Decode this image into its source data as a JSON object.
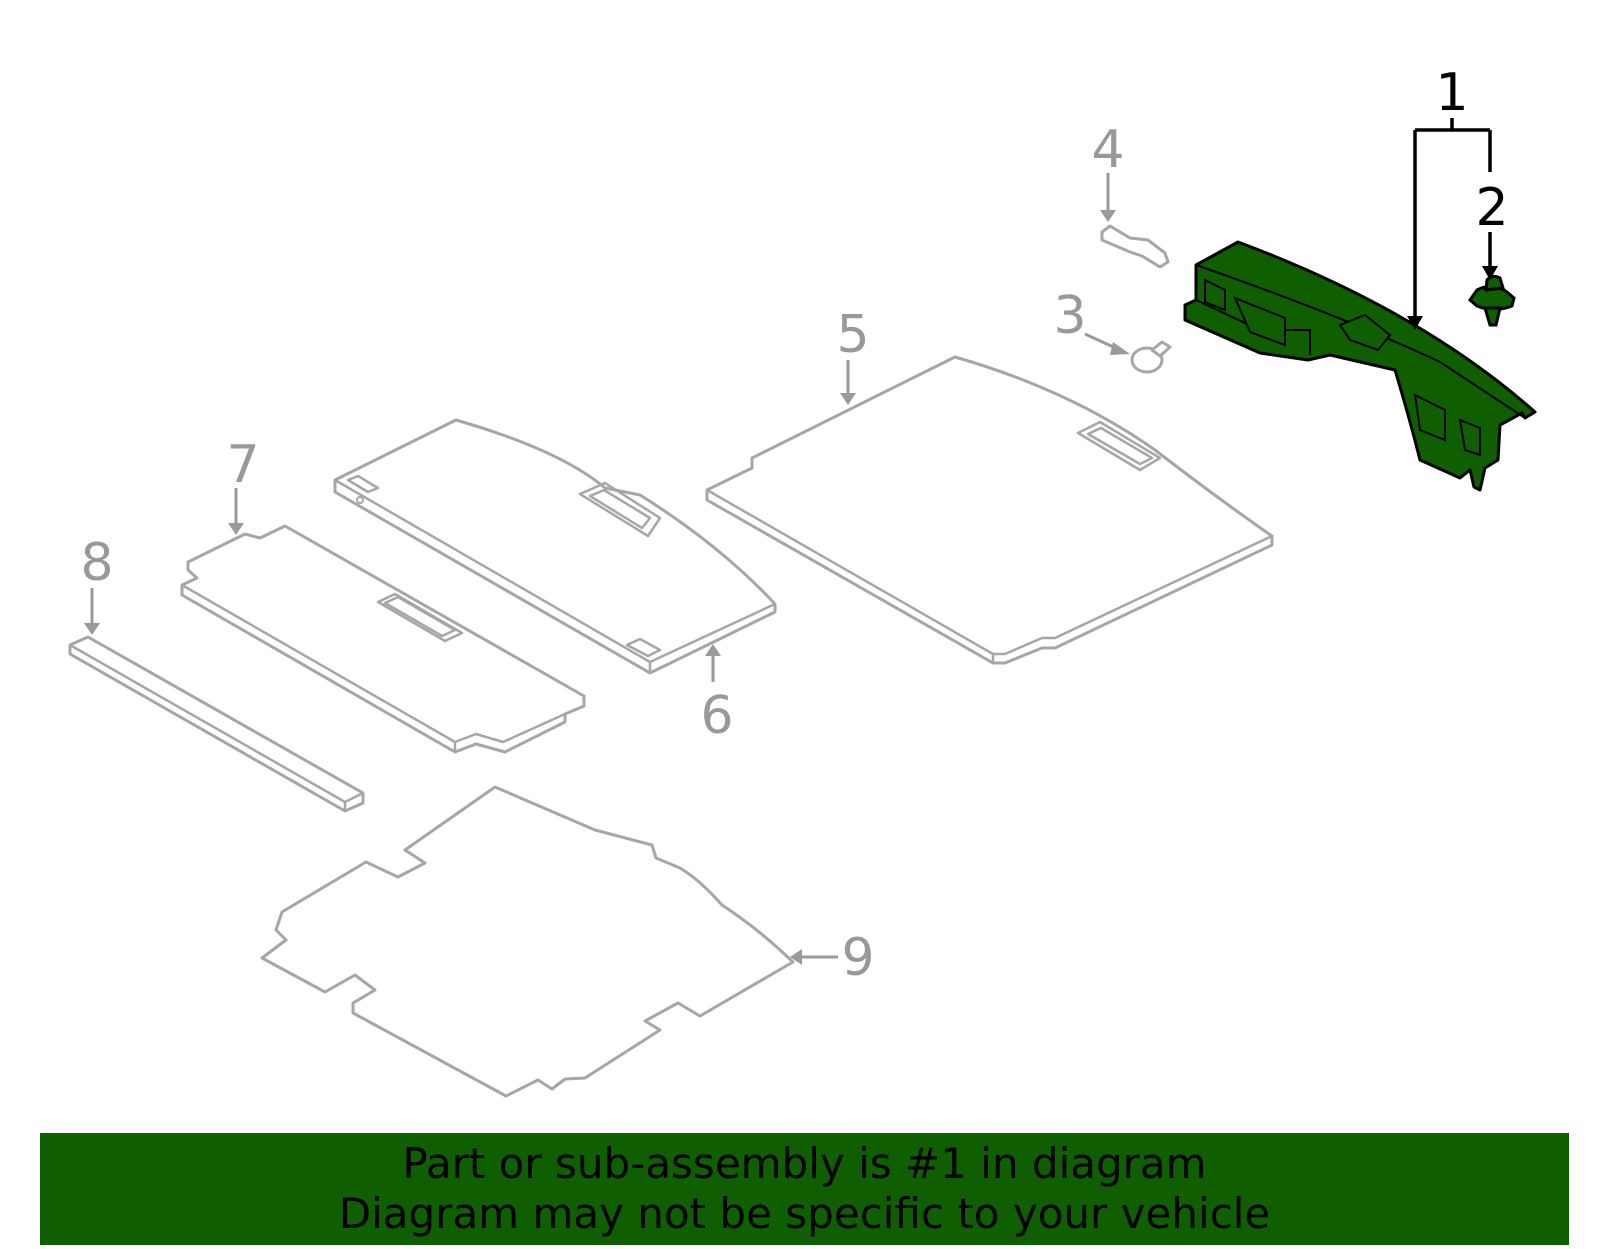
{
  "callouts": {
    "c1": "1",
    "c2": "2",
    "c3": "3",
    "c4": "4",
    "c5": "5",
    "c6": "6",
    "c7": "7",
    "c8": "8",
    "c9": "9"
  },
  "banner": {
    "line1": "Part or sub-assembly is #1 in diagram",
    "line2": "Diagram may not be specific to your vehicle"
  },
  "colors": {
    "highlight": "#0f5f00",
    "outline": "#a6a6a6",
    "callout_grey": "#999999",
    "callout_black": "#000000"
  }
}
